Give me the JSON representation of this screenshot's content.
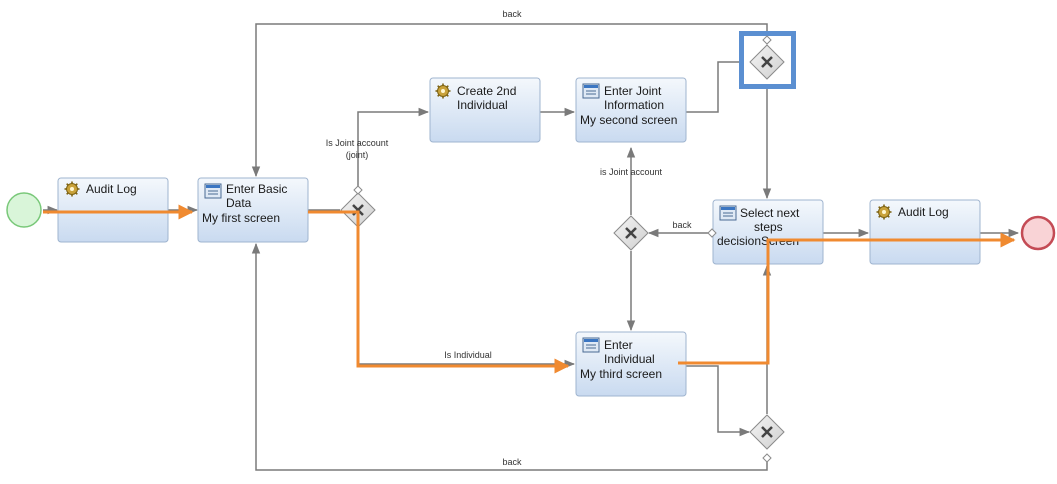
{
  "diagram": {
    "tasks": {
      "audit_log_1": {
        "label": "Audit Log",
        "icon": "gear-icon"
      },
      "enter_basic": {
        "line1": "Enter Basic",
        "line2": "Data",
        "line3": "My first screen",
        "icon": "screen-icon"
      },
      "create_2nd": {
        "line1": "Create 2nd",
        "line2": "Individual",
        "icon": "gear-icon"
      },
      "enter_joint": {
        "line1": "Enter Joint",
        "line2": "Information",
        "line3": "My second screen",
        "icon": "screen-icon"
      },
      "select_next": {
        "line1": "Select next",
        "line2": "steps",
        "line3": "decisionScreen",
        "icon": "screen-icon"
      },
      "audit_log_2": {
        "label": "Audit Log",
        "icon": "gear-icon"
      },
      "enter_individual": {
        "line1": "Enter",
        "line2": "Individual",
        "line3": "My third screen",
        "icon": "screen-icon"
      }
    },
    "flow_labels": {
      "back_top": "back",
      "back_bottom": "back",
      "back_middle": "back",
      "is_joint_account_line1": "Is Joint account",
      "is_joint_account_line2": "(joint)",
      "is_joint_account_mid": "is Joint account",
      "is_individual": "Is Individual"
    },
    "colors": {
      "highlight_path": "#f08a30",
      "sequence_flow": "#7a7a7a",
      "task_fill_top": "#f4f8fc",
      "task_fill_bottom": "#c9daf0",
      "task_border": "#9fb4cf",
      "start_event_fill": "#d9f5d9",
      "start_event_stroke": "#79c879",
      "end_event_fill": "#f9d3d6",
      "end_event_stroke": "#c44b55",
      "gateway_fill": "#e2e2e2",
      "selected_gateway_frame": "#5b8fd1"
    }
  }
}
